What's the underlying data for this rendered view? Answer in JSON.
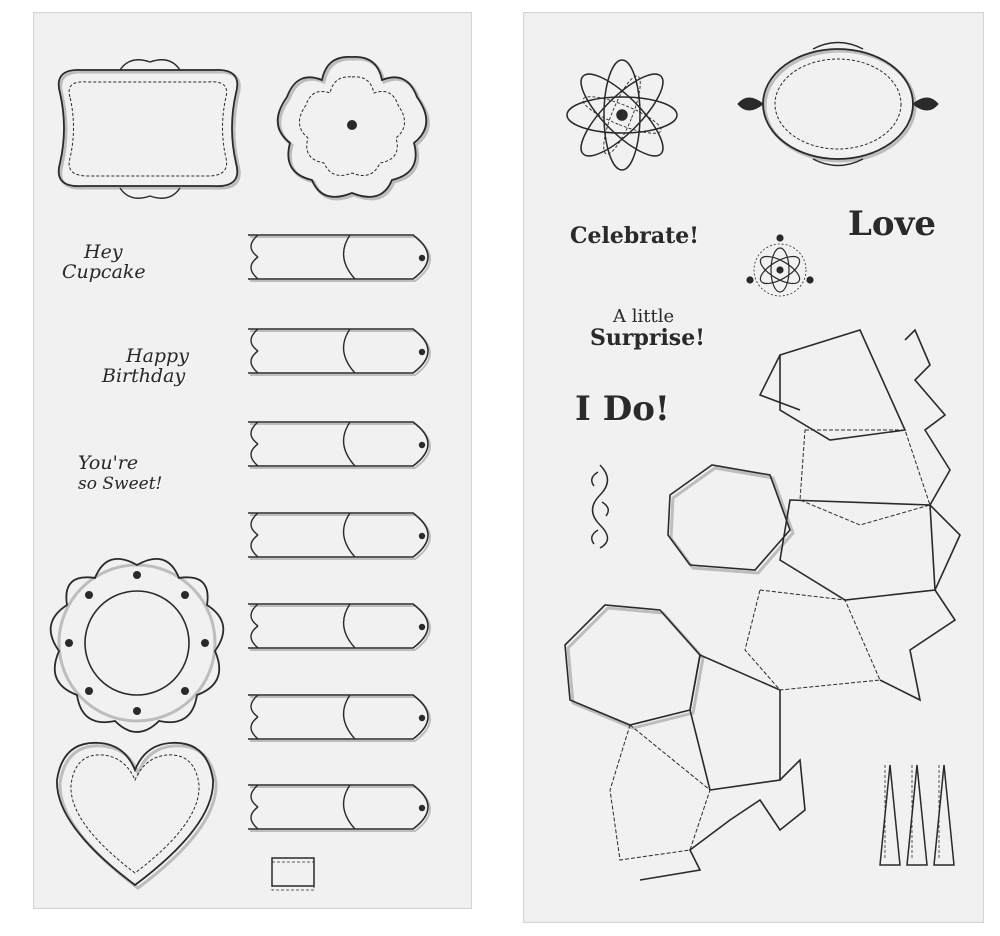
{
  "left_sheet": {
    "sentiments": {
      "hey_cupcake": [
        "Hey",
        "Cupcake"
      ],
      "happy_birthday": [
        "Happy",
        "Birthday"
      ],
      "youre_so_sweet": [
        "You're",
        "so",
        "Sweet!"
      ]
    }
  },
  "right_sheet": {
    "sentiments": {
      "celebrate": "Celebrate!",
      "love": "Love",
      "a_little": "A little",
      "surprise": "Surprise!",
      "i_do": "I Do!"
    }
  },
  "colors": {
    "ink": "#2a2a2a",
    "sheet": "#f1f1f1",
    "outline_shadow": "#bdbdbd",
    "background": "#ffffff"
  },
  "icons": [
    "bracket-label-frame-icon",
    "scalloped-flower-icon",
    "petal-ribbon-strip-icon",
    "scalloped-circle-frame-icon",
    "stitched-heart-icon",
    "looped-flower-icon",
    "oval-frame-icon",
    "small-flower-icon",
    "swirl-border-icon",
    "gift-box-net-icon",
    "spike-trim-icon"
  ]
}
